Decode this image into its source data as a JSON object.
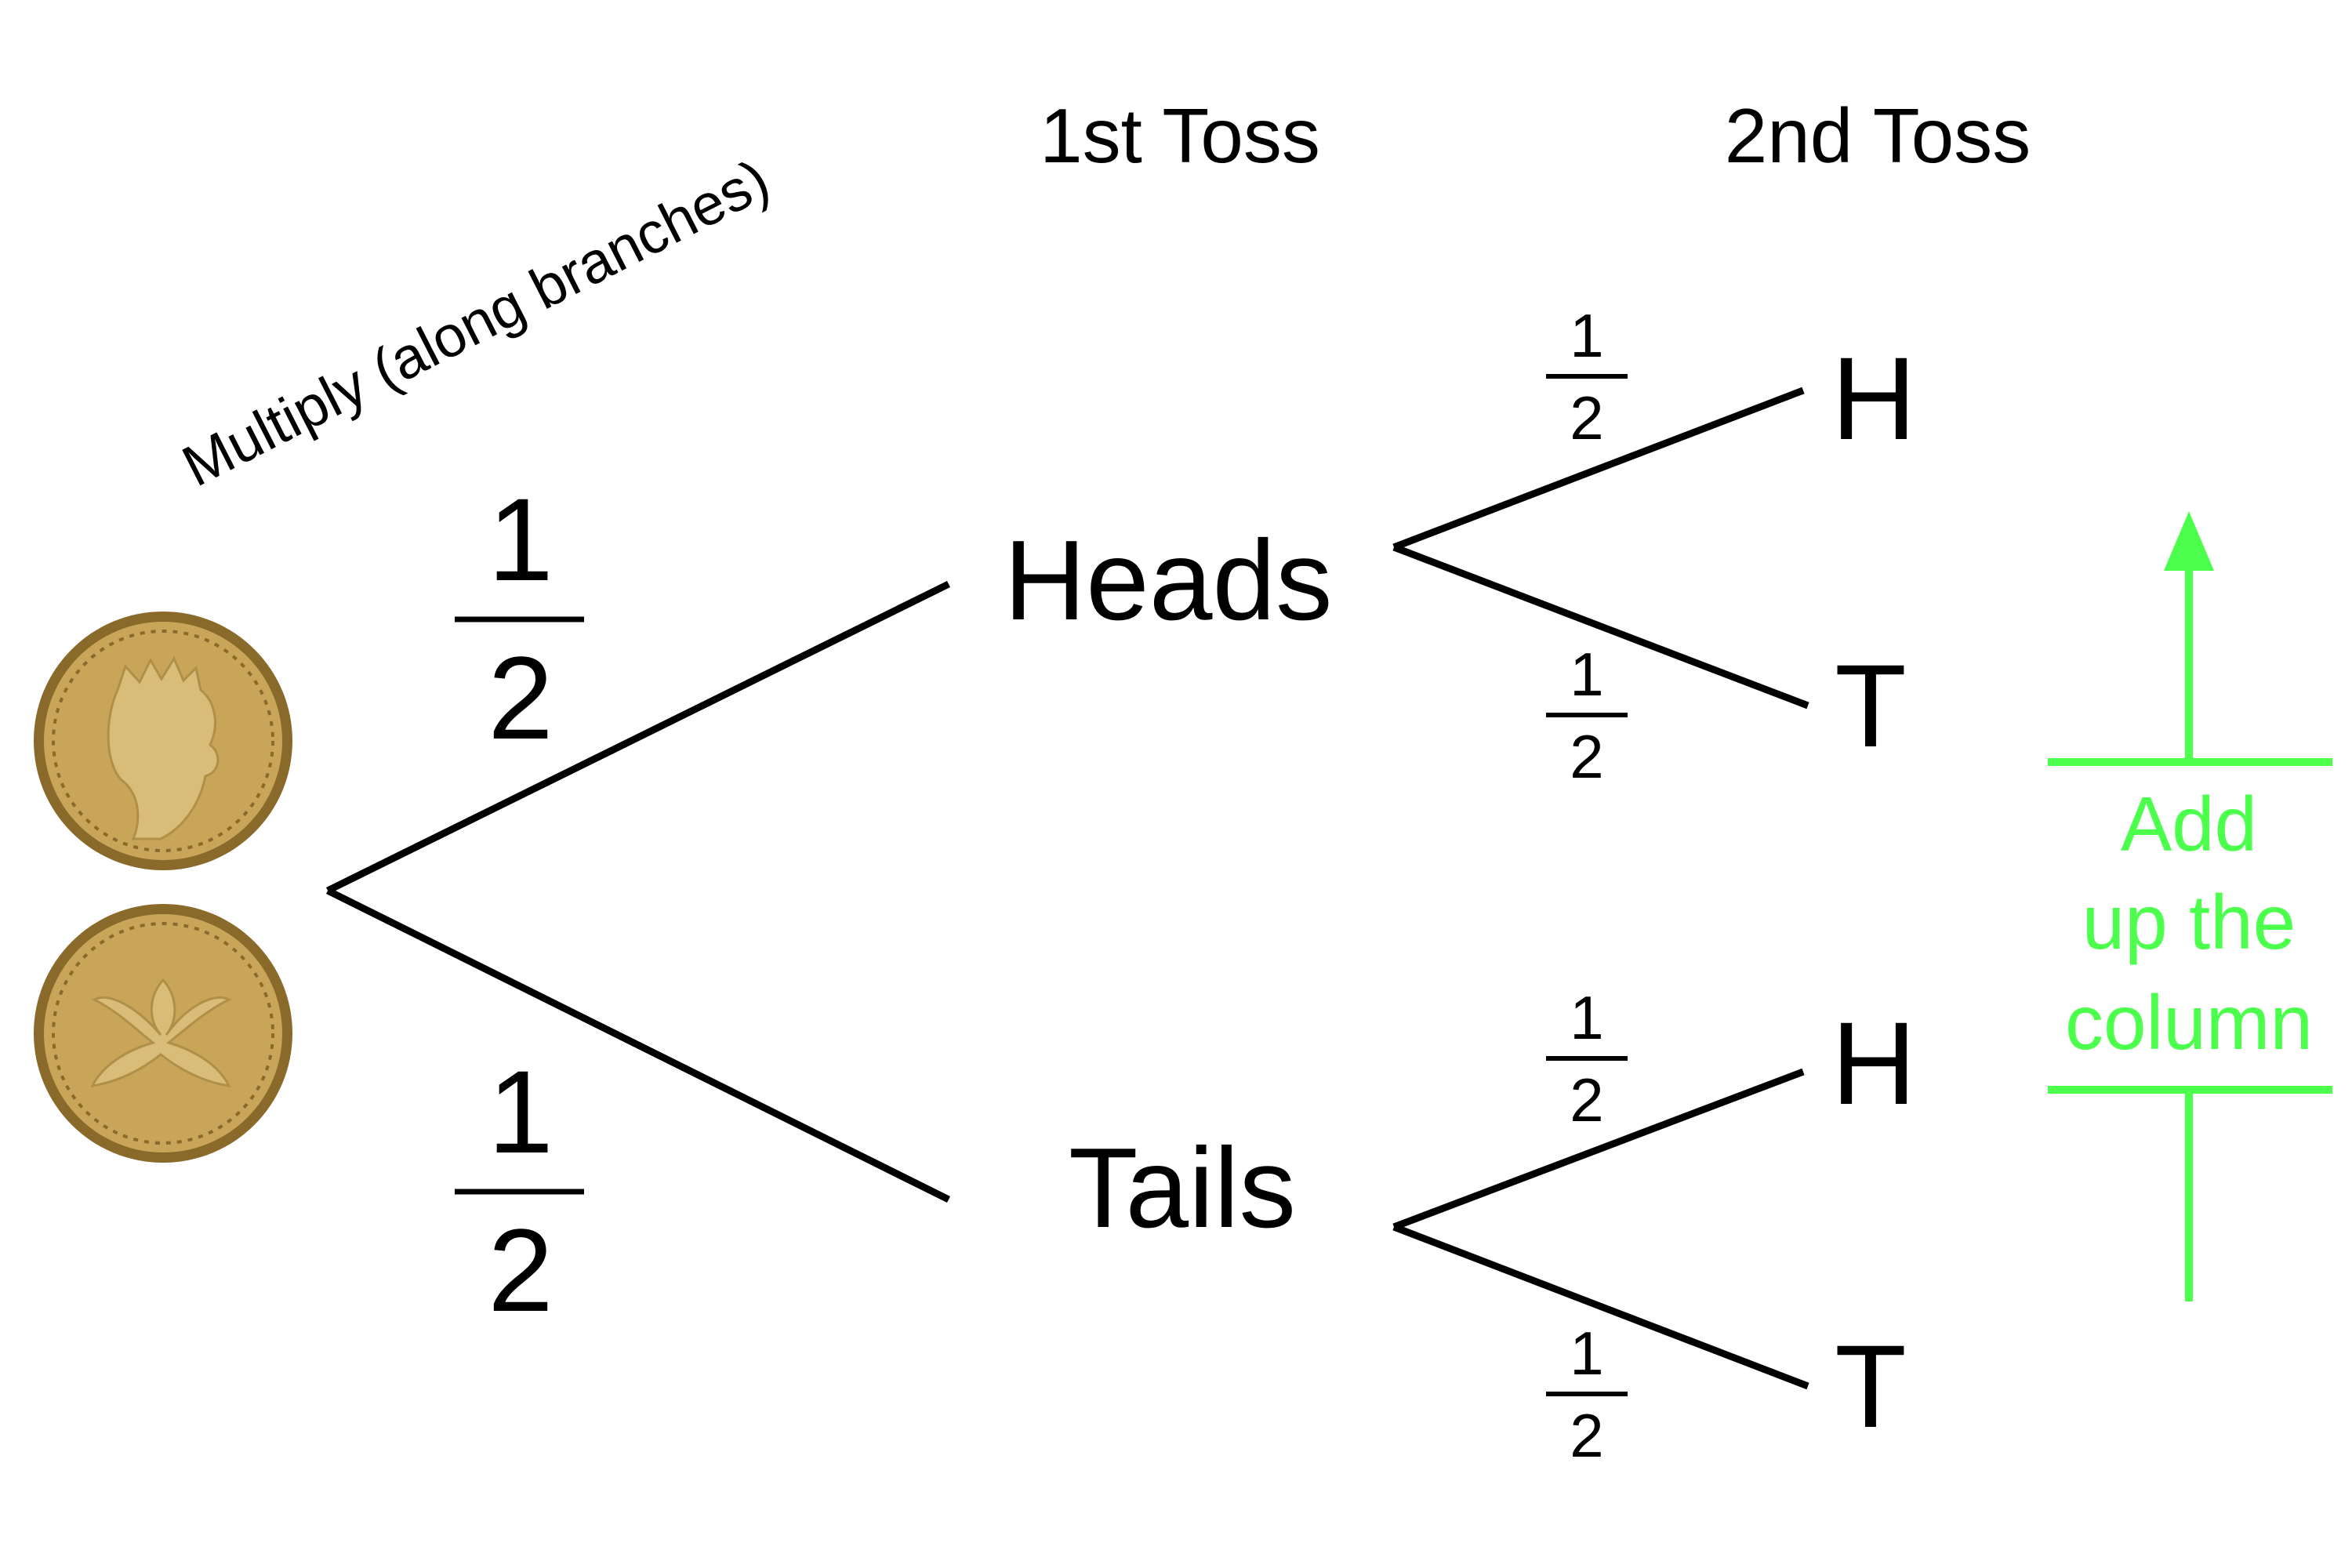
{
  "headers": {
    "first_toss": "1st Toss",
    "second_toss": "2nd Toss",
    "multiply_note": "Multiply (along branches)"
  },
  "outcomes": {
    "first": [
      "Heads",
      "Tails"
    ],
    "second": [
      "H",
      "T",
      "H",
      "T"
    ]
  },
  "probabilities": {
    "first_heads": {
      "num": "1",
      "den": "2"
    },
    "first_tails": {
      "num": "1",
      "den": "2"
    },
    "second": [
      {
        "num": "1",
        "den": "2"
      },
      {
        "num": "1",
        "den": "2"
      },
      {
        "num": "1",
        "den": "2"
      },
      {
        "num": "1",
        "den": "2"
      }
    ]
  },
  "add_note": {
    "lines": [
      "Add",
      "up the",
      "column"
    ],
    "color": "#4dff4d"
  },
  "icons": {
    "coin_heads": "coin-heads-icon",
    "coin_tails": "coin-tails-icon"
  },
  "colors": {
    "line": "#000000",
    "coin_rim": "#8a6a2a",
    "coin_face": "#c9a55a",
    "coin_relief": "#d8bc78"
  }
}
